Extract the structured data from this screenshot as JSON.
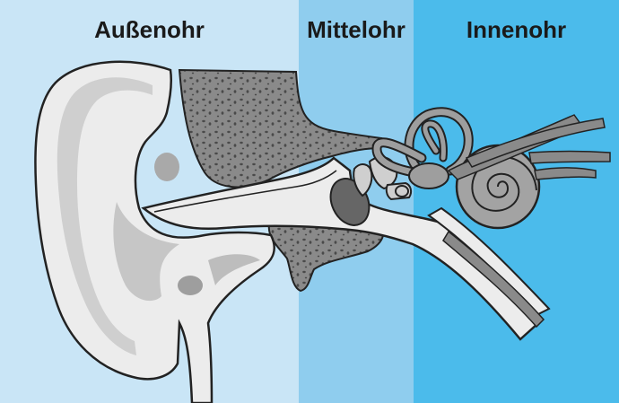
{
  "regions": {
    "outer": {
      "label": "Außenohr",
      "color": "#c9e5f6"
    },
    "middle": {
      "label": "Mittelohr",
      "color": "#8fcdee"
    },
    "inner": {
      "label": "Innenohr",
      "color": "#4bbbeb"
    }
  },
  "colors": {
    "skin": "#ececec",
    "skin_shade": "#c8c8c8",
    "skin_dark": "#a9a9a9",
    "bone": "#8a8a8a",
    "bone_dots": "#555555",
    "inner_ear": "#9e9e9e",
    "outline": "#222222"
  }
}
